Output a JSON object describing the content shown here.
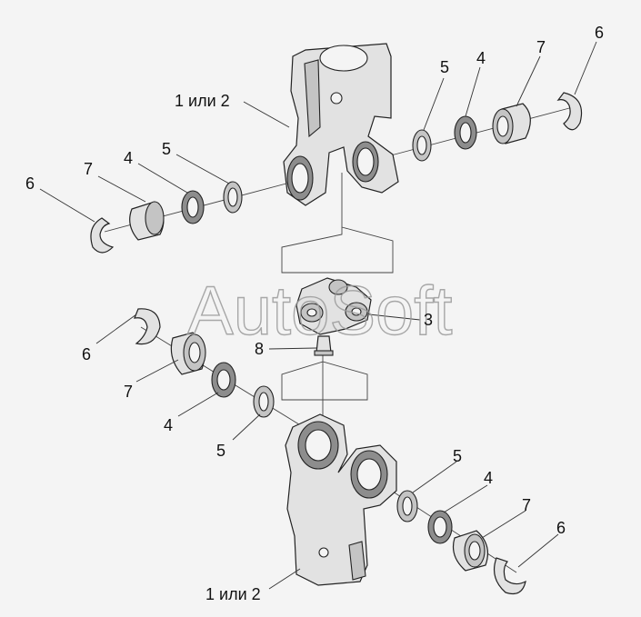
{
  "watermark": "AutoSoft",
  "labels": {
    "yoke_top": "1 или 2",
    "yoke_bottom": "1 или 2",
    "cross": "3",
    "fitting": "8",
    "n4": "4",
    "n5": "5",
    "n6": "6",
    "n7": "7"
  }
}
